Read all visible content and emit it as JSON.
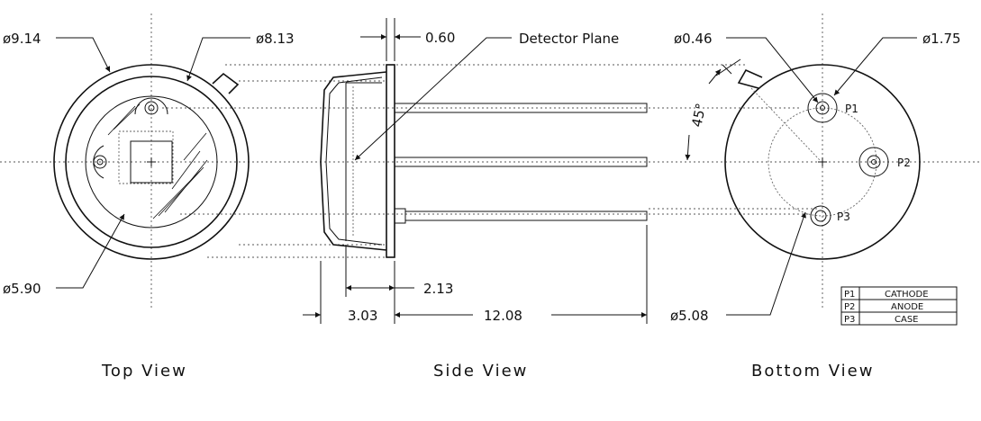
{
  "dimensions": {
    "top_outer_diameter": "ø9.14",
    "top_cap_diameter": "ø8.13",
    "top_window_diameter": "ø5.90",
    "side_flange_thickness": "0.60",
    "side_detector_plane": "Detector Plane",
    "side_window_depth": "2.13",
    "side_body_height": "3.03",
    "side_lead_length": "12.08",
    "bottom_lead_diameter": "ø0.46",
    "bottom_insulator_diameter": "ø1.75",
    "bottom_pin_circle_diameter": "ø5.08",
    "bottom_tab_angle": "45°"
  },
  "pin_labels": [
    "P1",
    "P2",
    "P3"
  ],
  "pin_table": [
    {
      "pin": "P1",
      "function": "CATHODE"
    },
    {
      "pin": "P2",
      "function": "ANODE"
    },
    {
      "pin": "P3",
      "function": "CASE"
    }
  ],
  "views": {
    "top": "Top View",
    "side": "Side View",
    "bottom": "Bottom View"
  }
}
